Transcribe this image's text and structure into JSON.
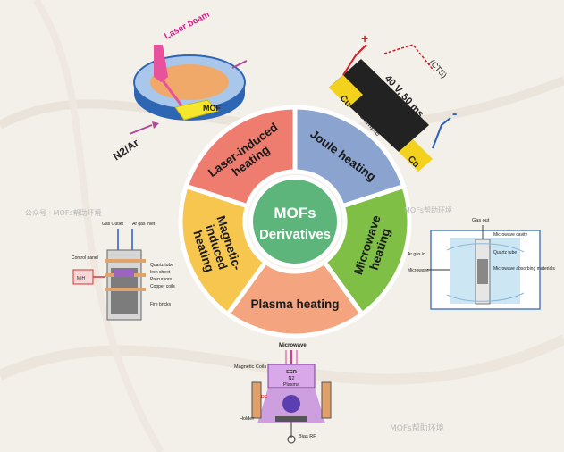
{
  "center": {
    "line1": "MOFs",
    "line2": "Derivatives"
  },
  "segments": [
    {
      "line1": "Laser-induced",
      "line2": "heating",
      "color": "#ef7d6f"
    },
    {
      "line1": "Joule heating",
      "line2": "",
      "color": "#8aa3cf"
    },
    {
      "line1": "Microwave",
      "line2": "heating",
      "color": "#7fbf45"
    },
    {
      "line1": "Plasma heating",
      "line2": "",
      "color": "#f4a47e"
    },
    {
      "line1": "Magnetic-",
      "line2": "induced",
      "line3": "heating",
      "color": "#f6c64e"
    }
  ],
  "center_color": "#5eb57c",
  "laser": {
    "beam": "Laser beam",
    "mof": "MOF",
    "gas": "N2/Ar"
  },
  "joule": {
    "plus": "+",
    "minus": "-",
    "voltage": "40 V, 50 ms",
    "cts": "(CTS)",
    "sample": "Sample",
    "cu_left": "Cu",
    "cu_right": "Cu"
  },
  "microwave_diag": {
    "top": "Gas out",
    "cavity": "Microwave cavity",
    "tube": "Quartz tube",
    "absorb": "Microwave absorbing materials",
    "ar": "Ar gas in",
    "mw": "Microwave"
  },
  "magnetic_diag": {
    "gas_outlet": "Gas Outlet",
    "gas_inlet": "Ar gas Inlet",
    "control": "Control panel",
    "mih": "MIH",
    "tube": "Quartz tube",
    "iron": "Iron sheet",
    "precursors": "Precursors",
    "copper": "Copper coils",
    "fire": "Fire bricks"
  },
  "plasma_diag": {
    "microwave": "Microwave",
    "coils": "Magnetic Coils",
    "ecr": "ECR",
    "n2": "N2",
    "plasma": "Plasma",
    "rf": "RF",
    "holder": "Holder",
    "bias": "Bias RF"
  },
  "watermarks": {
    "left": "公众号 · MOFs帮助环境",
    "right": "MOFs帮助环境",
    "bottom": "MOFs帮助环境"
  }
}
